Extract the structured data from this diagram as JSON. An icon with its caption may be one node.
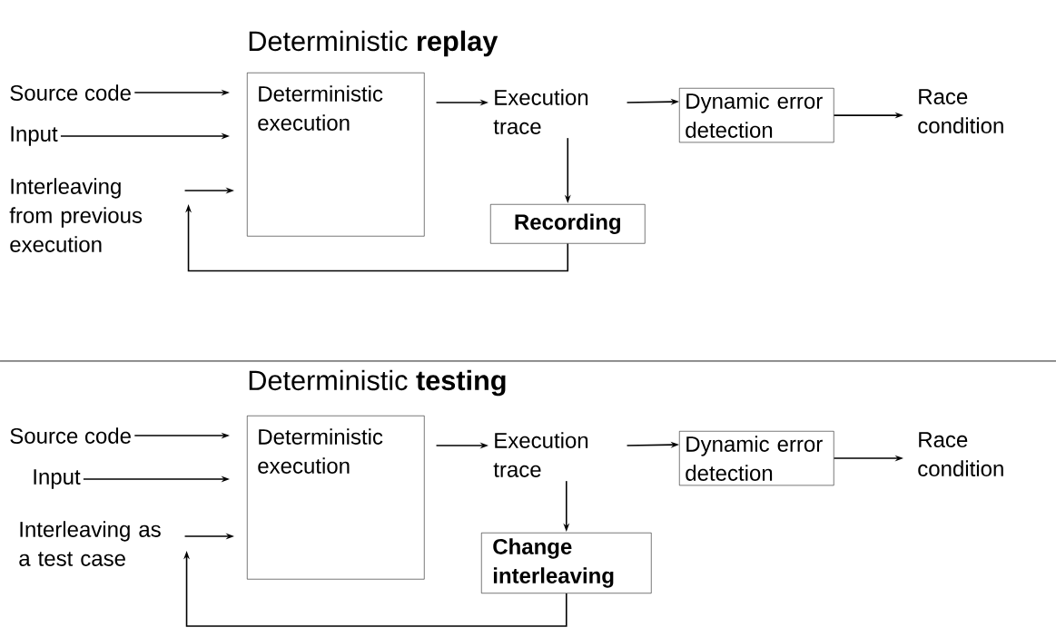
{
  "diagram": {
    "nodes": [
      {
        "text": [
          "Source code"
        ]
      },
      {
        "text": [
          "Input"
        ]
      },
      {
        "text": [
          "Interleaving from previous execution"
        ]
      },
      {
        "text": [
          "Deterministic execution"
        ]
      },
      {
        "text": [
          "Execution trace"
        ]
      },
      {
        "text": [
          "Dynamic error detection"
        ]
      },
      {
        "text": [
          "Race condition"
        ]
      },
      {
        "text": [
          "Recording"
        ]
      },
      {
        "text": [
          "Source code"
        ]
      },
      {
        "text": [
          "Input"
        ]
      },
      {
        "text": [
          "Interleaving as a test case"
        ]
      },
      {
        "text": [
          "Deterministic execution"
        ]
      },
      {
        "text": [
          "Execution trace"
        ]
      },
      {
        "text": [
          "Dynamic error detection"
        ]
      },
      {
        "text": [
          "Race condition"
        ]
      },
      {
        "text": [
          "Change interleaving"
        ]
      }
    ],
    "edges": [
      {
        "from": 0,
        "to": 3,
        "arrow": "to"
      },
      {
        "from": 1,
        "to": 3,
        "arrow": "to"
      },
      {
        "from": 2,
        "to": 3,
        "arrow": "to"
      },
      {
        "from": 3,
        "to": 4,
        "arrow": "to"
      },
      {
        "from": 4,
        "to": 5,
        "arrow": "to"
      },
      {
        "from": 5,
        "to": 6,
        "arrow": "to"
      },
      {
        "from": 4,
        "to": 7,
        "arrow": "to"
      },
      {
        "from": 7,
        "to": 2,
        "arrow": "to"
      },
      {
        "from": 8,
        "to": 11,
        "arrow": "to"
      },
      {
        "from": 9,
        "to": 11,
        "arrow": "to"
      },
      {
        "from": 10,
        "to": 11,
        "arrow": "to"
      },
      {
        "from": 11,
        "to": 12,
        "arrow": "to"
      },
      {
        "from": 12,
        "to": 13,
        "arrow": "to"
      },
      {
        "from": 13,
        "to": 14,
        "arrow": "to"
      },
      {
        "from": 12,
        "to": 15,
        "arrow": "to"
      },
      {
        "from": 15,
        "to": 10,
        "arrow": "to"
      }
    ],
    "labels": [
      "Deterministic **replay**",
      "Deterministic **testing**"
    ]
  }
}
